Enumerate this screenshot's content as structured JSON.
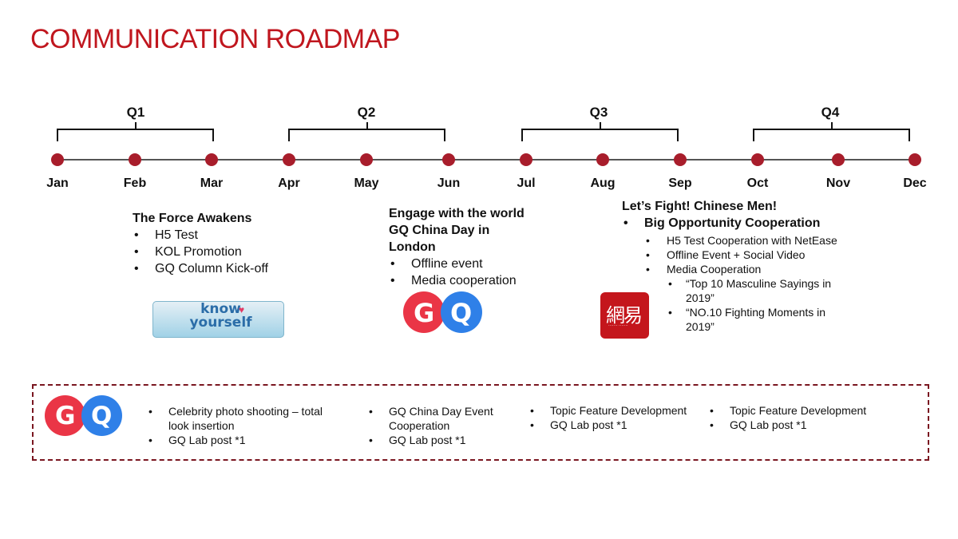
{
  "title": "COMMUNICATION ROADMAP",
  "quarters": [
    "Q1",
    "Q2",
    "Q3",
    "Q4"
  ],
  "months": [
    "Jan",
    "Feb",
    "Mar",
    "Apr",
    "May",
    "Jun",
    "Jul",
    "Aug",
    "Sep",
    "Oct",
    "Nov",
    "Dec"
  ],
  "q1_block": {
    "heading": "The Force Awakens",
    "items": [
      "H5 Test",
      "KOL Promotion",
      "GQ Column Kick-off"
    ]
  },
  "q2_block": {
    "heading_line1": "Engage with the world",
    "heading_line2": "GQ China Day in",
    "heading_line3": "London",
    "items": [
      "Offline event",
      "Media cooperation"
    ]
  },
  "q3_block": {
    "heading": "Let’s Fight! Chinese Men!",
    "main_item": "Big Opportunity Cooperation",
    "sub_items": [
      "H5 Test Cooperation with NetEase",
      "Offline Event + Social Video",
      "Media Cooperation"
    ],
    "sub_sub_items": [
      "“Top 10 Masculine Sayings in 2019”",
      "“NO.10 Fighting Moments in 2019”"
    ]
  },
  "logos": {
    "know_yourself": "know yourself",
    "gq_letters": [
      "G",
      "Q"
    ],
    "netease": "網易"
  },
  "bottom": {
    "col1": [
      "Celebrity photo shooting – total look insertion",
      "GQ Lab post *1"
    ],
    "col2": [
      "GQ China Day Event Cooperation",
      "GQ Lab post *1"
    ],
    "col3": [
      "Topic Feature Development",
      "GQ Lab post *1"
    ],
    "col4": [
      "Topic Feature Development",
      "GQ Lab post *1"
    ]
  },
  "colors": {
    "accent": "#c0161e",
    "dot": "#a81d2b",
    "gq_red": "#ea3546",
    "gq_blue": "#2f80e8",
    "netease": "#c4161c"
  }
}
